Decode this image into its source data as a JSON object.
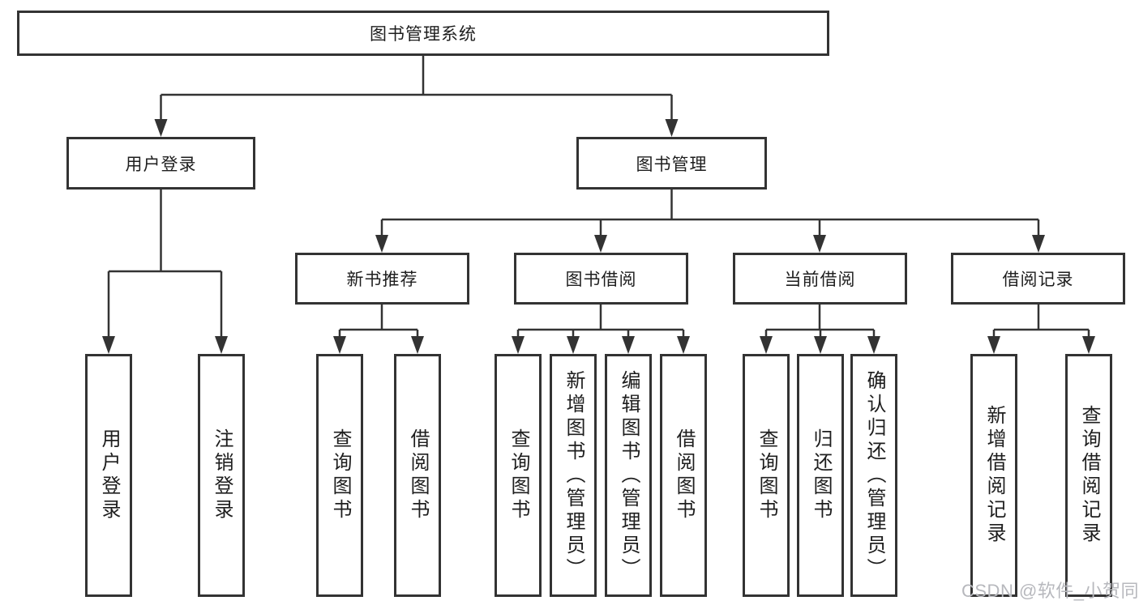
{
  "diagram_type": "hierarchy-tree",
  "tree": {
    "root": {
      "label": "图书管理系统",
      "children": [
        {
          "label": "用户登录",
          "children": [
            {
              "label": "用户登录"
            },
            {
              "label": "注销登录"
            }
          ]
        },
        {
          "label": "图书管理",
          "children": [
            {
              "label": "新书推荐",
              "children": [
                {
                  "label": "查询图书"
                },
                {
                  "label": "借阅图书"
                }
              ]
            },
            {
              "label": "图书借阅",
              "children": [
                {
                  "label": "查询图书"
                },
                {
                  "label": "新增图书（管理员）"
                },
                {
                  "label": "编辑图书（管理员）"
                },
                {
                  "label": "借阅图书"
                }
              ]
            },
            {
              "label": "当前借阅",
              "children": [
                {
                  "label": "查询图书"
                },
                {
                  "label": "归还图书"
                },
                {
                  "label": "确认归还（管理员）"
                }
              ]
            },
            {
              "label": "借阅记录",
              "children": [
                {
                  "label": "新增借阅记录"
                },
                {
                  "label": "查询借阅记录"
                }
              ]
            }
          ]
        }
      ]
    }
  },
  "watermark": {
    "text": "CSDN @软件_小贺同学"
  },
  "colors": {
    "line": "#333333",
    "text": "#1e1e1e",
    "watermark": "#b7b8bd",
    "background": "#ffffff"
  }
}
